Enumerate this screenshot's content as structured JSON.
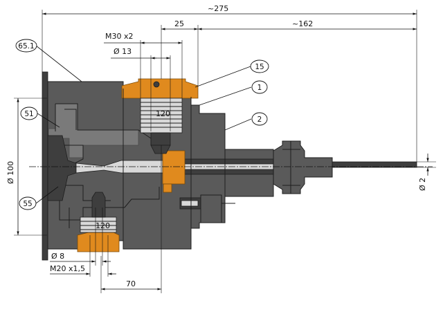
{
  "dimensions": {
    "overall_length": "~275",
    "right_length": "~162",
    "port_offset": "25",
    "thread_top": "M30 x2",
    "bore_top": "Ø 13",
    "flange_diameter": "Ø 100",
    "probe_diameter": "Ø 2",
    "bore_bottom": "Ø 8",
    "thread_bottom": "M20 x1,5",
    "port_spacing": "70",
    "top_angle": "120",
    "bottom_angle": "120"
  },
  "balloons": [
    {
      "id": "b-65-1",
      "label": "65.1"
    },
    {
      "id": "b-15",
      "label": "15"
    },
    {
      "id": "b-1",
      "label": "1"
    },
    {
      "id": "b-2",
      "label": "2"
    },
    {
      "id": "b-51",
      "label": "51"
    },
    {
      "id": "b-55",
      "label": "55"
    }
  ],
  "colors": {
    "steel": "#5a5a5a",
    "steel_dark": "#3e3e3e",
    "insert": "#e08a1e",
    "background": "#ffffff"
  }
}
